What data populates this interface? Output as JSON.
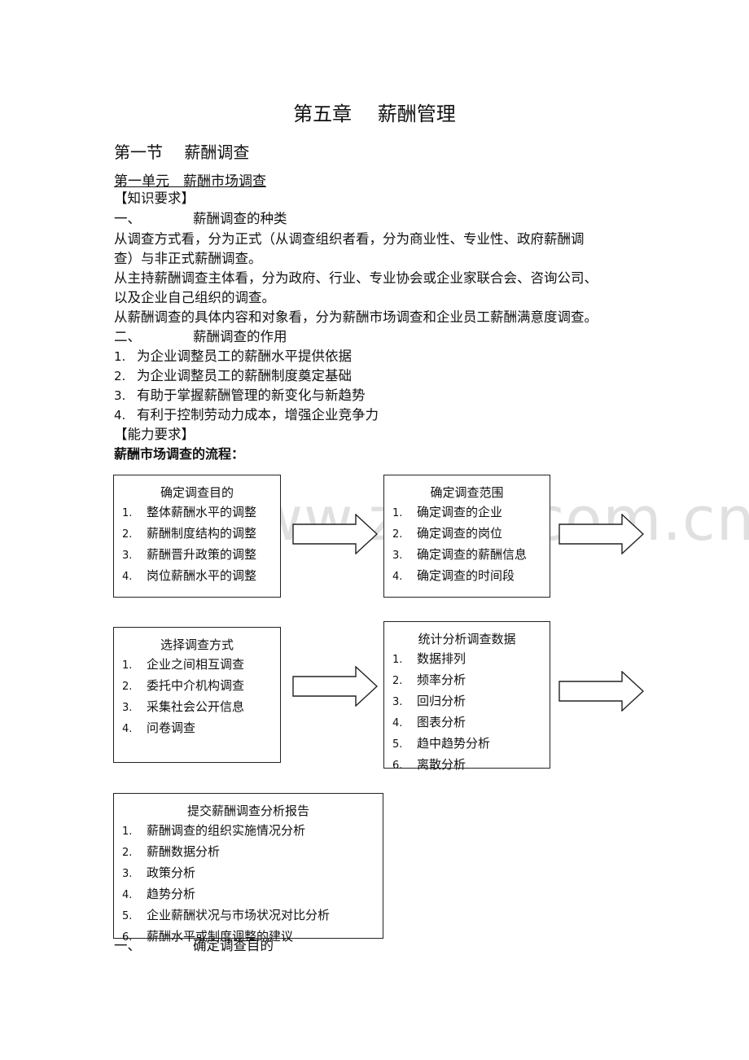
{
  "chapter_title": "第五章　 薪酬管理",
  "section_title": "第一节　 薪酬调查",
  "unit_title": "第一单元　薪酬市场调查",
  "knowledge_req": "【知识要求】",
  "part1": {
    "num": "一、",
    "title": "薪酬调查的种类",
    "p1a": "从调查方式看，分为正式（从调查组织者看，分为商业性、专业性、政府薪酬调",
    "p1b": "查）与非正式薪酬调查。",
    "p2a": "从主持薪酬调查主体看，分为政府、行业、专业协会或企业家联合会、咨询公司、",
    "p2b": "以及企业自己组织的调查。",
    "p3": "从薪酬调查的具体内容和对象看，分为薪酬市场调查和企业员工薪酬满意度调查。"
  },
  "part2": {
    "num": "二、",
    "title": "薪酬调查的作用",
    "items": [
      {
        "n": "1.",
        "text": "为企业调整员工的薪酬水平提供依据"
      },
      {
        "n": "2.",
        "text": "为企业调整员工的薪酬制度奠定基础"
      },
      {
        "n": "3.",
        "text": "有助于掌握薪酬管理的新变化与新趋势"
      },
      {
        "n": "4.",
        "text": "有利于控制劳动力成本，增强企业竞争力"
      }
    ]
  },
  "ability_req": "【能力要求】",
  "flow_heading": "薪酬市场调查的流程：",
  "flow": {
    "box1": {
      "title": "确定调查目的",
      "items": [
        {
          "n": "1.",
          "text": "整体薪酬水平的调整"
        },
        {
          "n": "2.",
          "text": "薪酬制度结构的调整"
        },
        {
          "n": "3.",
          "text": "薪酬晋升政策的调整"
        },
        {
          "n": "4.",
          "text": "岗位薪酬水平的调整"
        }
      ]
    },
    "box2": {
      "title": "确定调查范围",
      "items": [
        {
          "n": "1.",
          "text": "确定调查的企业"
        },
        {
          "n": "2.",
          "text": "确定调查的岗位"
        },
        {
          "n": "3.",
          "text": "确定调查的薪酬信息"
        },
        {
          "n": "4.",
          "text": "确定调查的时间段"
        }
      ]
    },
    "box3": {
      "title": "选择调查方式",
      "items": [
        {
          "n": "1.",
          "text": "企业之间相互调查"
        },
        {
          "n": "2.",
          "text": "委托中介机构调查"
        },
        {
          "n": "3.",
          "text": "采集社会公开信息"
        },
        {
          "n": "4.",
          "text": "问卷调查"
        }
      ]
    },
    "box4": {
      "title": "统计分析调查数据",
      "items": [
        {
          "n": "1.",
          "text": "数据排列"
        },
        {
          "n": "2.",
          "text": "频率分析"
        },
        {
          "n": "3.",
          "text": "回归分析"
        },
        {
          "n": "4.",
          "text": "图表分析"
        },
        {
          "n": "5.",
          "text": "趋中趋势分析"
        },
        {
          "n": "6.",
          "text": "离散分析"
        }
      ]
    },
    "box5": {
      "title": "提交薪酬调查分析报告",
      "items": [
        {
          "n": "1.",
          "text": "薪酬调查的组织实施情况分析"
        },
        {
          "n": "2.",
          "text": "薪酬数据分析"
        },
        {
          "n": "3.",
          "text": "政策分析"
        },
        {
          "n": "4.",
          "text": "趋势分析"
        },
        {
          "n": "5.",
          "text": "企业薪酬状况与市场状况对比分析"
        },
        {
          "n": "6.",
          "text": "薪酬水平或制度调整的建议"
        }
      ]
    }
  },
  "bottom": {
    "num": "一、",
    "title": "确定调查目的"
  },
  "watermark": "www.zixin.com.cn"
}
